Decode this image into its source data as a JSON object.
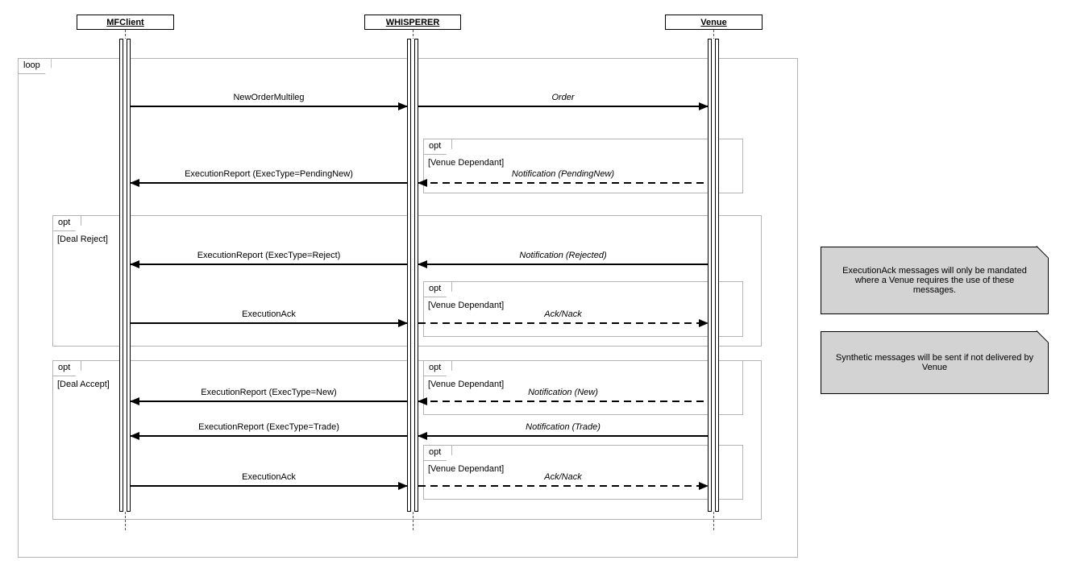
{
  "diagram": {
    "actors": [
      {
        "name": "MFClient"
      },
      {
        "name": "WHISPERER"
      },
      {
        "name": "Venue"
      }
    ],
    "fragments": [
      {
        "label": "loop",
        "guard": ""
      },
      {
        "label": "opt",
        "guard": "[Venue Dependant]"
      },
      {
        "label": "opt",
        "guard": "[Deal Reject]"
      },
      {
        "label": "opt",
        "guard": "[Venue Dependant]"
      },
      {
        "label": "opt",
        "guard": "[Deal Accept]"
      },
      {
        "label": "opt",
        "guard": "[Venue Dependant]"
      },
      {
        "label": "opt",
        "guard": "[Venue Dependant]"
      }
    ],
    "messages": [
      {
        "label": "NewOrderMultileg",
        "from": "MFClient",
        "to": "WHISPERER",
        "line": "solid"
      },
      {
        "label": "Order",
        "from": "WHISPERER",
        "to": "Venue",
        "line": "solid"
      },
      {
        "label": "ExecutionReport (ExecType=PendingNew)",
        "from": "WHISPERER",
        "to": "MFClient",
        "line": "solid"
      },
      {
        "label": "Notification (PendingNew)",
        "from": "Venue",
        "to": "WHISPERER",
        "line": "dashed"
      },
      {
        "label": "ExecutionReport (ExecType=Reject)",
        "from": "WHISPERER",
        "to": "MFClient",
        "line": "solid"
      },
      {
        "label": "Notification (Rejected)",
        "from": "Venue",
        "to": "WHISPERER",
        "line": "solid"
      },
      {
        "label": "ExecutionAck",
        "from": "MFClient",
        "to": "WHISPERER",
        "line": "solid"
      },
      {
        "label": "Ack/Nack",
        "from": "WHISPERER",
        "to": "Venue",
        "line": "dashed"
      },
      {
        "label": "ExecutionReport (ExecType=New)",
        "from": "WHISPERER",
        "to": "MFClient",
        "line": "solid"
      },
      {
        "label": "Notification (New)",
        "from": "Venue",
        "to": "WHISPERER",
        "line": "dashed"
      },
      {
        "label": "ExecutionReport (ExecType=Trade)",
        "from": "WHISPERER",
        "to": "MFClient",
        "line": "solid"
      },
      {
        "label": "Notification (Trade)",
        "from": "Venue",
        "to": "WHISPERER",
        "line": "solid"
      },
      {
        "label": "ExecutionAck",
        "from": "MFClient",
        "to": "WHISPERER",
        "line": "solid"
      },
      {
        "label": "Ack/Nack",
        "from": "WHISPERER",
        "to": "Venue",
        "line": "dashed"
      }
    ],
    "notes": [
      {
        "text": "ExecutionAck messages will only be mandated where a Venue requires the use of these messages."
      },
      {
        "text": "Synthetic messages will be sent if not delivered by Venue"
      }
    ],
    "colors": {
      "note_bg": "#d3d3d3",
      "frame_border": "#b3b3b3",
      "line": "#000000"
    }
  }
}
